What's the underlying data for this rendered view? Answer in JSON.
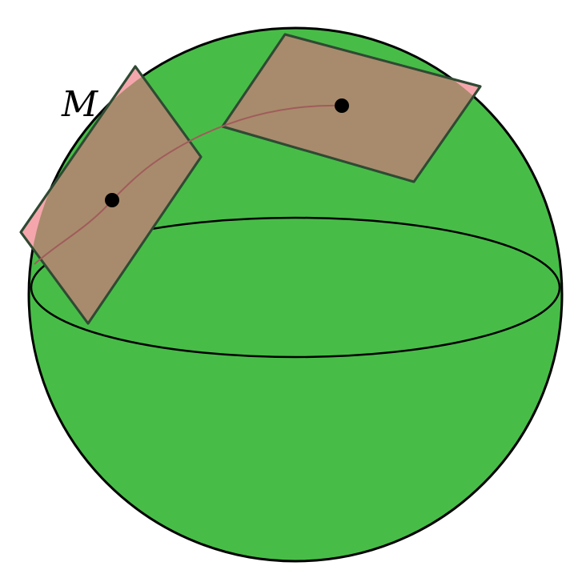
{
  "labels": {
    "manifold": "M"
  },
  "colors": {
    "background": "#ffffff",
    "sphere_fill": "#47bd47",
    "sphere_outline": "#000000",
    "tangent_plane_fill": "#f5a6ad",
    "tangent_plane_over_sphere": "#a88b6c",
    "tangent_plane_edge": "#2f4a33",
    "geodesic_curve": "#a05c5c",
    "point": "#000000",
    "label_text": "#000000"
  },
  "elements": {
    "sphere": "sphere",
    "equator": "ellipse",
    "tangent_planes": 2,
    "points": 2,
    "curve": "geodesic"
  }
}
